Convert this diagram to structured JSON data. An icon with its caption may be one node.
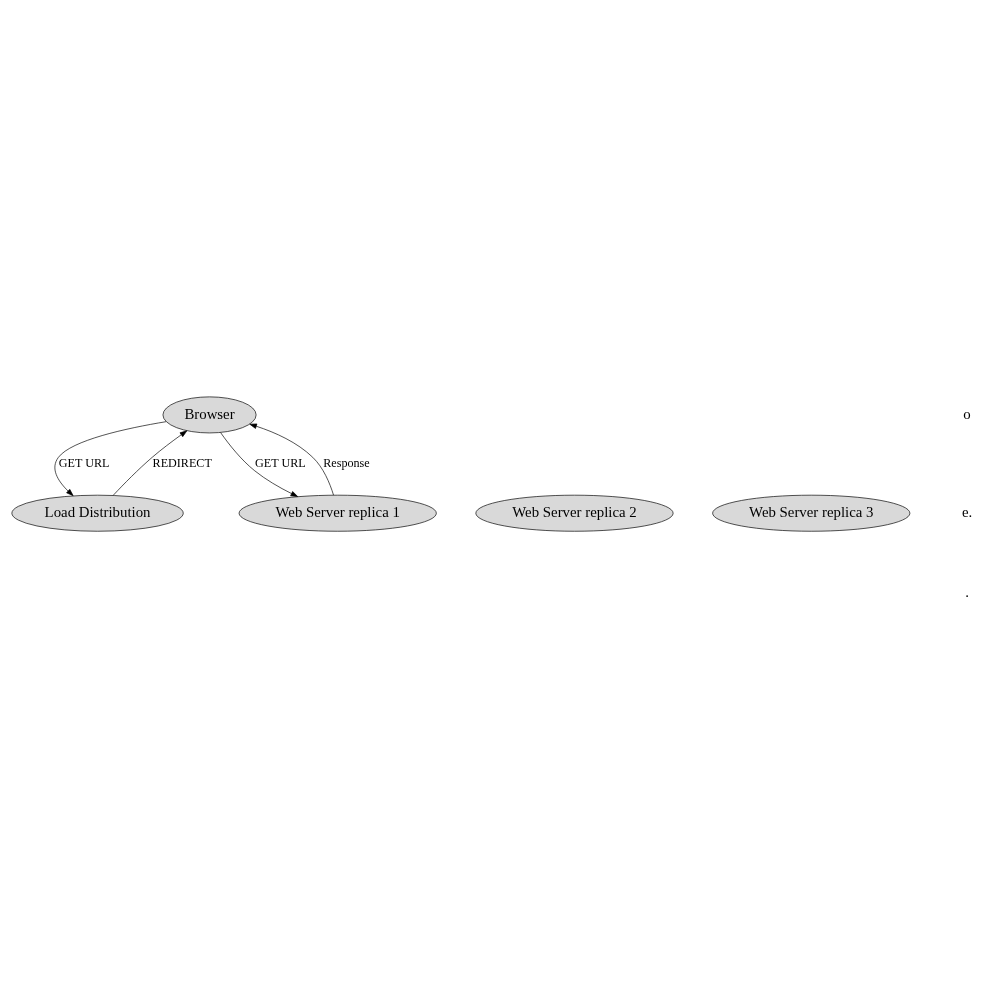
{
  "diagram": {
    "nodes": [
      {
        "text": [
          "Browser"
        ]
      },
      {
        "text": [
          "Load Distribution"
        ]
      },
      {
        "text": [
          "Web Server replica 1"
        ]
      },
      {
        "text": [
          "Web Server replica 2"
        ]
      },
      {
        "text": [
          "Web Server replica 3"
        ]
      }
    ],
    "edges": [
      {
        "from": 0,
        "to": 1,
        "arrow": "to",
        "label": "GET URL"
      },
      {
        "from": 1,
        "to": 0,
        "arrow": "to",
        "label": "REDIRECT"
      },
      {
        "from": 0,
        "to": 2,
        "arrow": "to",
        "label": "GET URL"
      },
      {
        "from": 2,
        "to": 0,
        "arrow": "to",
        "label": "Response"
      }
    ],
    "labels": [
      "o",
      "e.",
      "."
    ]
  }
}
